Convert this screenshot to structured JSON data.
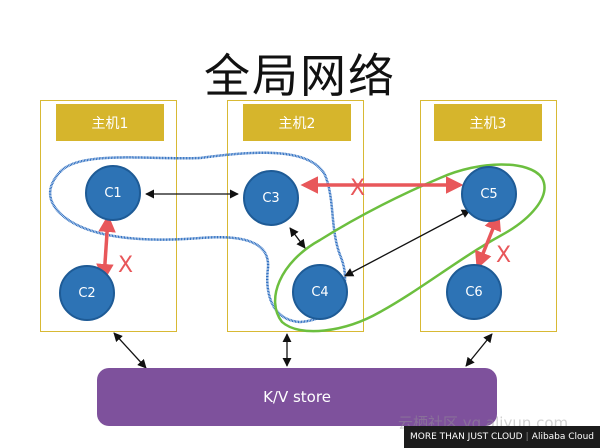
{
  "title": "全局网络",
  "hosts": [
    {
      "label": "主机1"
    },
    {
      "label": "主机2"
    },
    {
      "label": "主机3"
    }
  ],
  "containers": [
    "C1",
    "C2",
    "C3",
    "C4",
    "C5",
    "C6"
  ],
  "kv_store": "K/V store",
  "footer": {
    "slogan": "MORE THAN JUST CLOUD",
    "separator": "|",
    "brand": "Alibaba Cloud"
  },
  "watermark": "云栖社区 yq.aliyun.com",
  "colors": {
    "host_border": "#d8b934",
    "host_label": "#d6b52c",
    "container": "#2d73b5",
    "kv_store": "#7e519c",
    "blue_network": "#2a6cc0",
    "green_network": "#6cbf3f",
    "blocked_link": "#e8575a"
  }
}
